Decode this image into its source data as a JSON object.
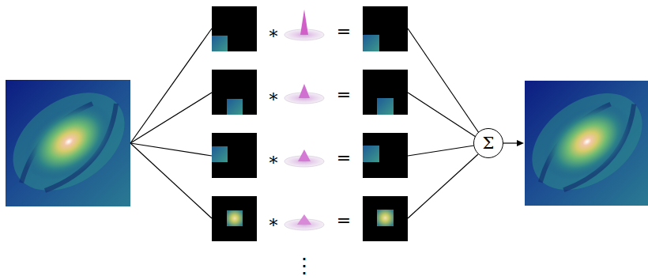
{
  "diagram": {
    "nodes": [
      {
        "text": [
          "Σ"
        ]
      }
    ],
    "labels": [
      "∗",
      "=",
      "∗",
      "=",
      "∗",
      "=",
      "∗",
      "=",
      "⋮"
    ]
  }
}
